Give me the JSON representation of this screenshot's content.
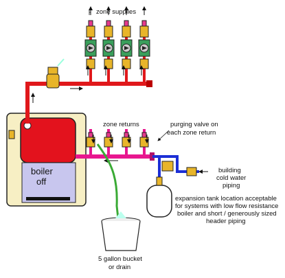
{
  "labels": {
    "zone_supplies": "zone supplies",
    "zone_returns": "zone returns",
    "purging_line1": "purging valve on",
    "purging_line2": "each zone return",
    "boiler_line1": "boiler",
    "boiler_line2": "off",
    "cold_line1": "building",
    "cold_line2": "cold water",
    "cold_line3": "piping",
    "exp_line1": "expansion tank location acceptable",
    "exp_line2": "for systems with low flow resistance",
    "exp_line3": "boiler and short / generously sized",
    "exp_line4": "header piping",
    "bucket_line1": "5 gallon bucket",
    "bucket_line2": "or drain"
  },
  "colors": {
    "supply_pipe": "#e0181b",
    "return_pipe": "#e8168f",
    "cold_pipe": "#1c2fd6",
    "hose": "#3aaa35",
    "boiler_jacket": "#f7efc4",
    "boiler_hot": "#e3121d",
    "boiler_panel": "#c8c6ee",
    "valve_body": "#e8b52a",
    "pump_green": "#3a9f5c",
    "valve_handle": "#e63a8c"
  },
  "zone_count": 4
}
